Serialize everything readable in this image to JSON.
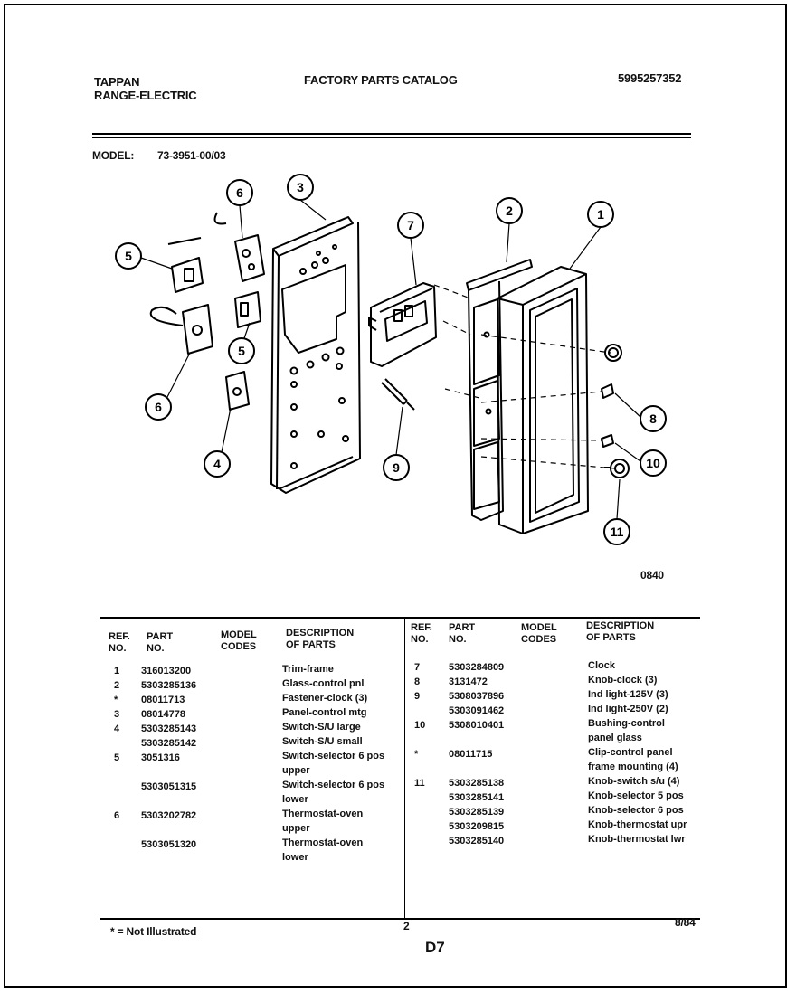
{
  "header": {
    "brand": "TAPPAN",
    "product": "RANGE-ELECTRIC",
    "catalog_title": "FACTORY PARTS CATALOG",
    "catalog_number": "5995257352",
    "model_label": "MODEL:",
    "model_number": "73-3951-00/03"
  },
  "diagram": {
    "callouts": [
      "1",
      "2",
      "3",
      "4",
      "5",
      "5",
      "6",
      "6",
      "7",
      "8",
      "9",
      "10",
      "11"
    ],
    "figure_code": "0840"
  },
  "table": {
    "headers": {
      "ref": "REF.\nNO.",
      "part": "PART\nNO.",
      "model_codes": "MODEL\nCODES",
      "description": "DESCRIPTION\nOF PARTS"
    },
    "left": {
      "ref": [
        "1",
        "2",
        "*",
        "3",
        "4",
        "",
        "5",
        "",
        "",
        "6",
        "",
        ""
      ],
      "part": [
        "316013200",
        "5303285136",
        "08011713",
        "08014778",
        "5303285143",
        "5303285142",
        "3051316",
        "",
        "5303051315",
        "",
        "5303202782",
        "",
        "5303051320"
      ],
      "desc": [
        "Trim-frame",
        "Glass-control pnl",
        "Fastener-clock (3)",
        "Panel-control mtg",
        "Switch-S/U large",
        "Switch-S/U small",
        "Switch-selector 6 pos",
        "upper",
        "Switch-selector 6 pos",
        "lower",
        "Thermostat-oven",
        "upper",
        "Thermostat-oven",
        "lower"
      ]
    },
    "right": {
      "ref": [
        "7",
        "8",
        "9",
        "",
        "10",
        "",
        "*",
        "",
        "11"
      ],
      "part": [
        "5303284809",
        "3131472",
        "5308037896",
        "5303091462",
        "5308010401",
        "",
        "08011715",
        "",
        "5303285138",
        "5303285141",
        "5303285139",
        "5303209815",
        "5303285140"
      ],
      "desc": [
        "Clock",
        "Knob-clock (3)",
        "Ind light-125V (3)",
        "Ind light-250V (2)",
        "Bushing-control",
        "panel glass",
        "Clip-control panel",
        "frame mounting (4)",
        "Knob-switch s/u (4)",
        "Knob-selector 5 pos",
        "Knob-selector 6 pos",
        "Knob-thermostat upr",
        "Knob-thermostat lwr"
      ]
    }
  },
  "footer": {
    "note": "* = Not Illustrated",
    "page_number": "2",
    "page_code": "D7",
    "date": "8/84"
  }
}
